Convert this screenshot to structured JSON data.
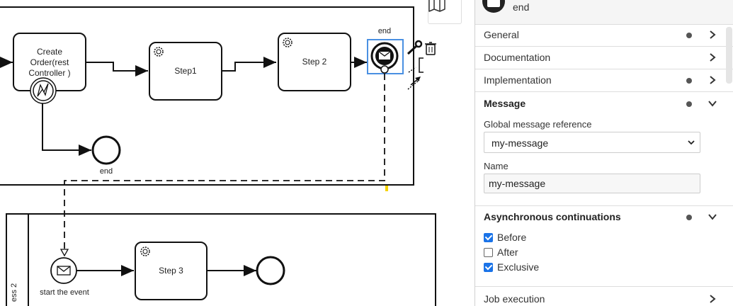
{
  "diagram": {
    "pool1": {
      "tasks": [
        {
          "id": "create-order",
          "label_lines": [
            "Create",
            "Order(rest",
            "Controller )"
          ]
        },
        {
          "id": "step1",
          "label": "Step1"
        },
        {
          "id": "step2",
          "label": "Step 2"
        }
      ],
      "end_event_label": "end",
      "message_end_label": "end"
    },
    "pool2": {
      "name": "ess 2",
      "start_event_label": "start the event",
      "task_label": "Step 3"
    }
  },
  "context_pad": [
    "wrench-icon",
    "trash-icon",
    "annotation-icon",
    "connect-icon"
  ],
  "panel": {
    "element_name": "end",
    "groups": {
      "general": "General",
      "documentation": "Documentation",
      "implementation": "Implementation",
      "message": "Message",
      "async": "Asynchronous continuations",
      "job": "Job execution"
    },
    "message": {
      "ref_label": "Global message reference",
      "ref_value": "my-message",
      "name_label": "Name",
      "name_value": "my-message"
    },
    "async_options": [
      {
        "label": "Before",
        "checked": true
      },
      {
        "label": "After",
        "checked": false
      },
      {
        "label": "Exclusive",
        "checked": true
      }
    ]
  },
  "colors": {
    "selection": "#4a90e2",
    "accent": "#1a73e8",
    "cursor": "#f5d300"
  }
}
